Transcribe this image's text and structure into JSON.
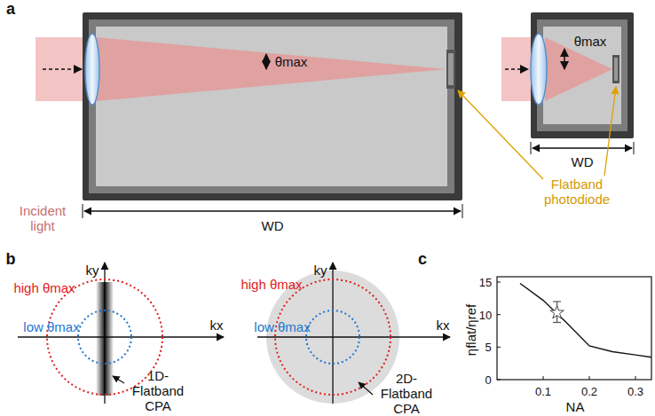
{
  "diagram": {
    "labels": [
      "a",
      "Incident light",
      "θmax",
      "WD",
      "θmax",
      "WD",
      "Flatband photodiode",
      "b",
      "ky",
      "kx",
      "high θmax",
      "low θmax",
      "1D-Flatband CPA",
      "ky",
      "kx",
      "high θmax",
      "low θmax",
      "2D-Flatband CPA",
      "c",
      "ηflat/ηref",
      "NA",
      "0",
      "5",
      "10",
      "15",
      "0.1",
      "0.2",
      "0.3"
    ]
  }
}
